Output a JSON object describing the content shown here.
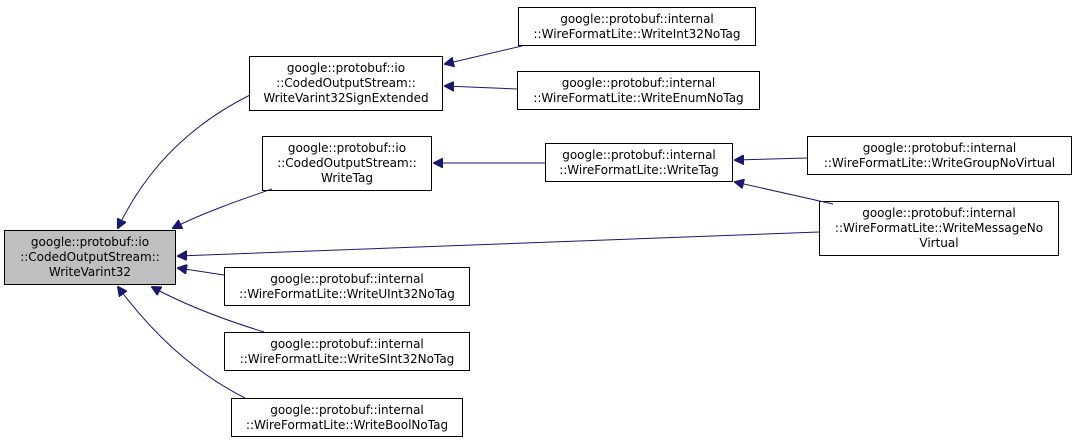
{
  "colors": {
    "edge": "#191970",
    "root_fill": "#bfbfbf",
    "node_fill": "#ffffff",
    "node_border": "#000000"
  },
  "nodes": {
    "root": {
      "lines": [
        "google::protobuf::io",
        "::CodedOutputStream::",
        "WriteVarint32"
      ]
    },
    "signext": {
      "lines": [
        "google::protobuf::io",
        "::CodedOutputStream::",
        "WriteVarint32SignExtended"
      ]
    },
    "writetag_io": {
      "lines": [
        "google::protobuf::io",
        "::CodedOutputStream::",
        "WriteTag"
      ]
    },
    "int32notag": {
      "lines": [
        "google::protobuf::internal",
        "::WireFormatLite::WriteInt32NoTag"
      ]
    },
    "enumnotag": {
      "lines": [
        "google::protobuf::internal",
        "::WireFormatLite::WriteEnumNoTag"
      ]
    },
    "writetag_wfl": {
      "lines": [
        "google::protobuf::internal",
        "::WireFormatLite::WriteTag"
      ]
    },
    "groupnovirtual": {
      "lines": [
        "google::protobuf::internal",
        "::WireFormatLite::WriteGroupNoVirtual"
      ]
    },
    "messagenovirtual": {
      "lines": [
        "google::protobuf::internal",
        "::WireFormatLite::WriteMessageNo",
        "Virtual"
      ]
    },
    "uint32notag": {
      "lines": [
        "google::protobuf::internal",
        "::WireFormatLite::WriteUInt32NoTag"
      ]
    },
    "sint32notag": {
      "lines": [
        "google::protobuf::internal",
        "::WireFormatLite::WriteSInt32NoTag"
      ]
    },
    "boolnotag": {
      "lines": [
        "google::protobuf::internal",
        "::WireFormatLite::WriteBoolNoTag"
      ]
    }
  }
}
